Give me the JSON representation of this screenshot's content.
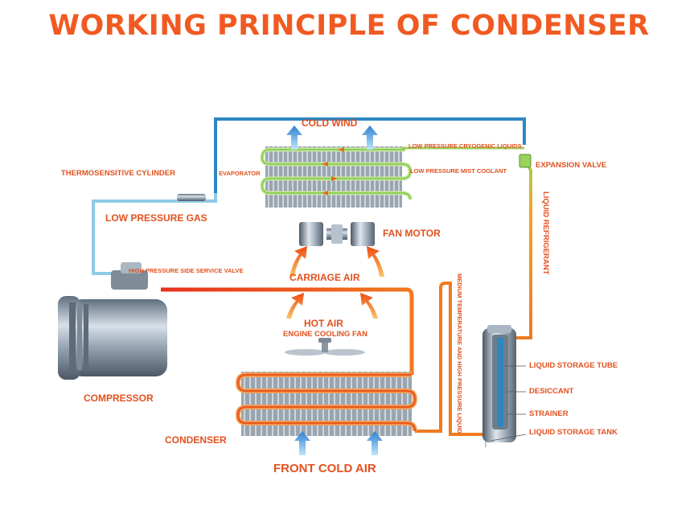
{
  "title": "WORKING PRINCIPLE OF CONDENSER",
  "colors": {
    "title": "#f05a22",
    "label": "#e2511f",
    "pipe_cold": "#2e86c1",
    "pipe_cool": "#8ccfea",
    "pipe_warm": "#9bd25a",
    "pipe_hot": "#e85a1c",
    "pipe_liquid": "#f5a623",
    "air_cold": "#3a8fd6",
    "air_hot": "#f26a1b"
  },
  "labels": {
    "cold_wind": "COLD WIND",
    "low_pressure_cryogenic": "LOW PRESSURE CRYOGENIC LIQUIDS",
    "low_pressure_mist": "LOW PRESSURE MIST COOLANT",
    "expansion_valve": "EXPANSION VALVE",
    "thermosensitive_cylinder": "THERMOSENSITIVE CYLINDER",
    "evaporator": "EVAPORATOR",
    "low_pressure_gas": "LOW PRESSURE GAS",
    "fan_motor": "FAN MOTOR",
    "liquid_refrigerant": "LIQUID REFRIGERANT",
    "high_pressure_side_service_valve": "HIGH PRESSURE SIDE SERVICE VALVE",
    "carriage_air": "CARRIAGE AIR",
    "medium_temp_high_pressure": "MEDIUM TEMPERATURE AND HIGH PRESSURE LIQUID",
    "hot_air": "HOT AIR",
    "engine_cooling_fan": "ENGINE COOLING FAN",
    "liquid_storage_tube": "LIQUID STORAGE TUBE",
    "desiccant": "DESICCANT",
    "compressor": "COMPRESSOR",
    "strainer": "STRAINER",
    "liquid_storage_tank": "LIQUID STORAGE TANK",
    "condenser": "CONDENSER",
    "front_cold_air": "FRONT COLD AIR"
  },
  "icons": [
    "compressor-icon",
    "evaporator-icon",
    "fan-motor-icon",
    "engine-cooling-fan-icon",
    "condenser-icon",
    "liquid-storage-tank-icon",
    "air-flow-arrow-icon"
  ]
}
